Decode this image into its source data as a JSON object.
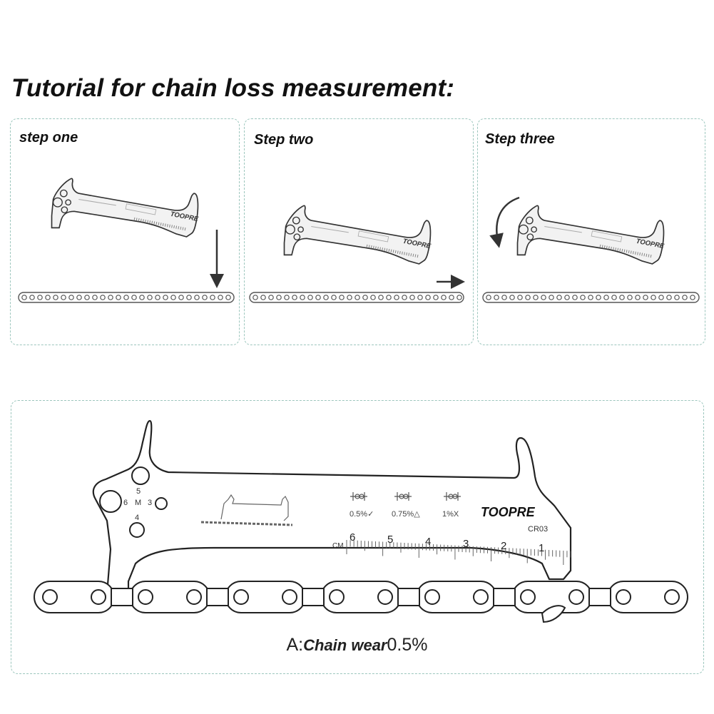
{
  "title": "Tutorial for chain loss measurement:",
  "steps": [
    {
      "label": "step one"
    },
    {
      "label": "Step two"
    },
    {
      "label": "Step three"
    }
  ],
  "tool": {
    "brand": "TOOPRE",
    "model": "CR03",
    "ruler_unit": "CM",
    "ruler_numbers": [
      "6",
      "5",
      "4",
      "3",
      "2",
      "1"
    ],
    "hole_labels": {
      "top": "5",
      "left": "6",
      "center": "M",
      "right": "3",
      "bottom": "4"
    },
    "wear_marks": [
      "0.5%✓",
      "0.75%△",
      "1%X"
    ]
  },
  "caption": {
    "prefix": "A:",
    "emphasis": "Chain wear",
    "value": "0.5%"
  }
}
